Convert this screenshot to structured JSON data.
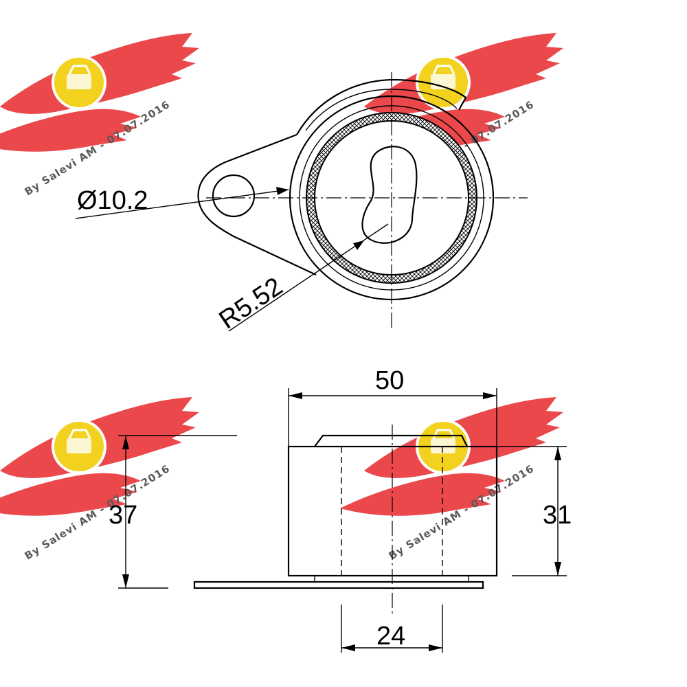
{
  "dimensions": {
    "hole_diameter": "Ø10.2",
    "radius": "R5.52",
    "width": "50",
    "total_height": "37",
    "pulley_height": "31",
    "inner_width": "24"
  },
  "watermark": {
    "text": "By Salevi AM - 07.07.2016",
    "colors": {
      "wing": "#e8282d",
      "badge": "#f2d21e"
    }
  }
}
